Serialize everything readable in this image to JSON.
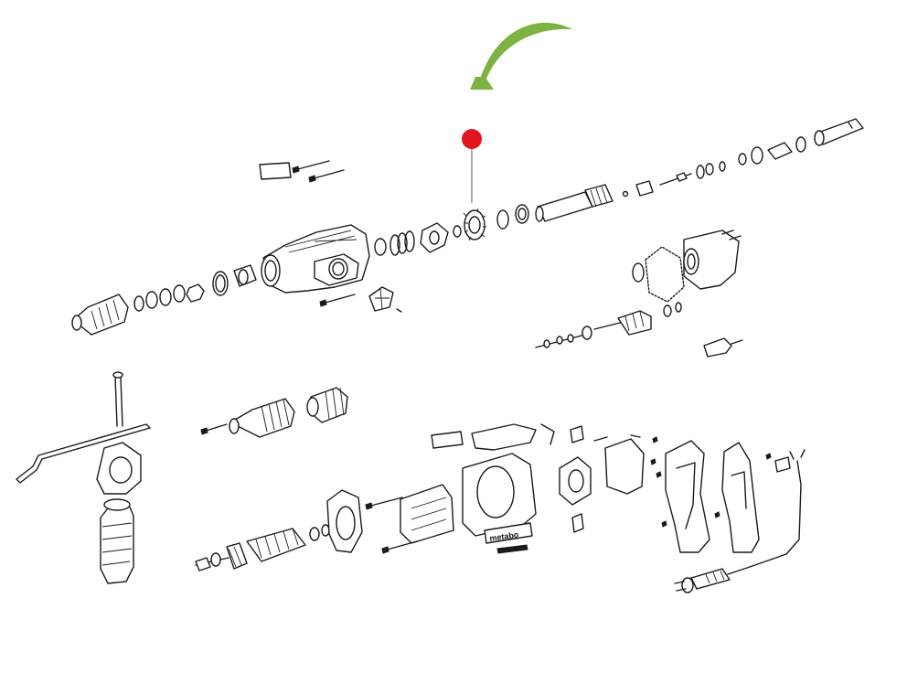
{
  "diagram": {
    "type": "exploded-parts-drawing",
    "brand_label": "metabo",
    "highlight": {
      "marker": "red-dot",
      "marker_color": "#e3141f",
      "arrow": "curved-arrow",
      "arrow_color": "#7cb342",
      "part": "gear-wheel"
    }
  }
}
